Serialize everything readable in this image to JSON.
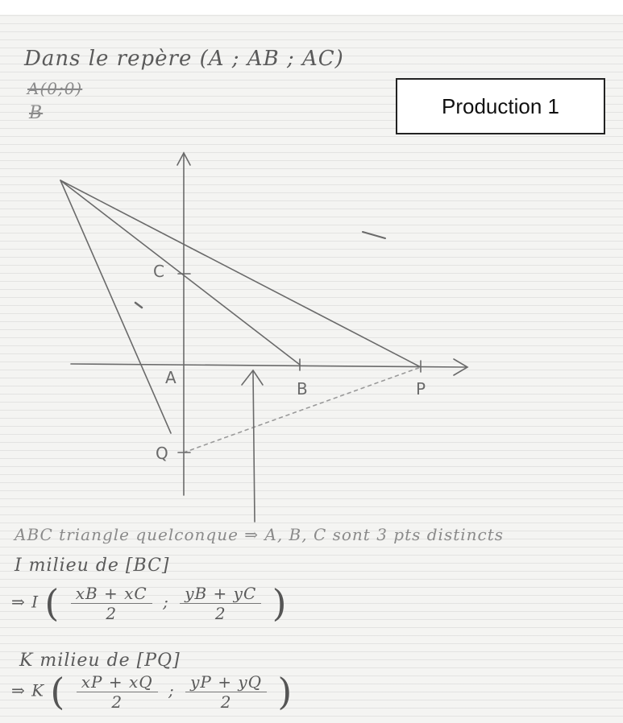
{
  "production_label": "Production 1",
  "header": {
    "repere_line": "Dans le repère (A ; AB ; AC)",
    "struck_coords": "A(0;0)",
    "struck_mark": "B"
  },
  "figure": {
    "labels": {
      "C": "C",
      "A": "A",
      "B": "B",
      "P": "P",
      "Q": "Q"
    }
  },
  "text": {
    "line1": "ABC triangle quelconque ⇒ A, B, C sont 3 pts distincts",
    "line2": "I milieu de [BC]",
    "line3_prefix": "⇒ I",
    "line3_num1": "xB + xC",
    "line3_den1": "2",
    "line3_num2": "yB + yC",
    "line3_den2": "2",
    "line4": "K milieu de [PQ]",
    "line5_prefix": "⇒ K",
    "line5_num1": "xP + xQ",
    "line5_den1": "2",
    "line5_num2": "yP + yQ",
    "line5_den2": "2",
    "semicolon": ";"
  },
  "colors": {
    "pencil": "#5a5a5a",
    "paper": "#f4f4f2",
    "box_border": "#222222"
  }
}
